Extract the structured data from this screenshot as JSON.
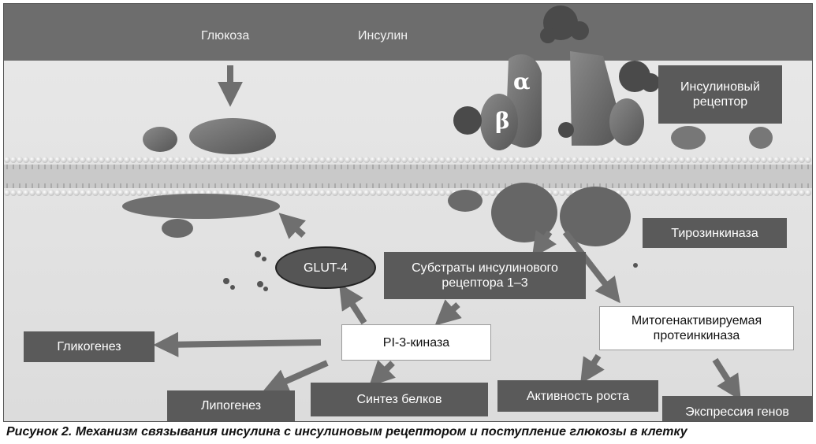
{
  "top_labels": {
    "glucose": "Глюкоза",
    "insulin": "Инсулин"
  },
  "subunits": {
    "alpha": "α",
    "beta": "β"
  },
  "boxes": {
    "insulin_receptor": "Инсулиновый рецептор",
    "tyrosine_kinase": "Тирозинкиназа",
    "glut4": "GLUT-4",
    "irs": "Субстраты инсулинового рецептора 1–3",
    "pi3k": "PI-3-киназа",
    "mapk": "Митогенактивируемая протеинкиназа",
    "glycogenesis": "Гликогенез",
    "lipogenesis": "Липогенез",
    "protein_synthesis": "Синтез белков",
    "growth_activity": "Активность роста",
    "gene_expression": "Экспрессия генов"
  },
  "caption": "Рисунок 2.  Механизм связывания инсулина с инсулиновым рецептором и поступление глюкозы в клетку",
  "colors": {
    "band": "#6d6d6d",
    "box_dark": "#5a5a5a",
    "box_light": "#ffffff",
    "arrow": "#6f6f6f",
    "protein": "#6b6b6b"
  }
}
